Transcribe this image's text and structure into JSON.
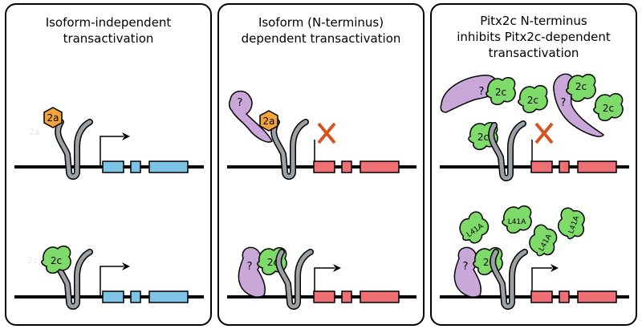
{
  "panels": [
    {
      "title_lines": [
        "Isoform-independent",
        "transactivation"
      ],
      "top": {
        "factor_label": "2a",
        "faded_label": "2a",
        "inhibited": false
      },
      "bottom": {
        "factor_label": "2c",
        "faded_label": "2c"
      }
    },
    {
      "title_lines": [
        "Isoform (N-terminus)",
        "dependent transactivation"
      ],
      "top": {
        "factor_label": "2a",
        "partner_label": "?",
        "inhibited": true
      },
      "bottom": {
        "factor_label": "2c",
        "partner_label": "?"
      }
    },
    {
      "title_lines": [
        "Pitx2c N-terminus",
        "inhibits Pitx2c-dependent",
        "transactivation"
      ],
      "top": {
        "factor_label": "2c",
        "partner_label": "?",
        "inhibited": true
      },
      "bottom": {
        "factor_label": "2c",
        "partner_label": "?",
        "mutant_label": "L41A"
      }
    }
  ],
  "colors": {
    "gene_blue": "#7ec4e6",
    "gene_red": "#ee6f74",
    "isoform_2a": "#f2a43a",
    "isoform_2c": "#7edb6a",
    "partner": "#c9a7d8",
    "hairpin": "#9aa0a3",
    "cross": "#d9531e"
  },
  "icons": [
    "hairpin-element-icon",
    "promoter-arrow-icon",
    "exon-box-icon",
    "cross-mark-icon"
  ]
}
